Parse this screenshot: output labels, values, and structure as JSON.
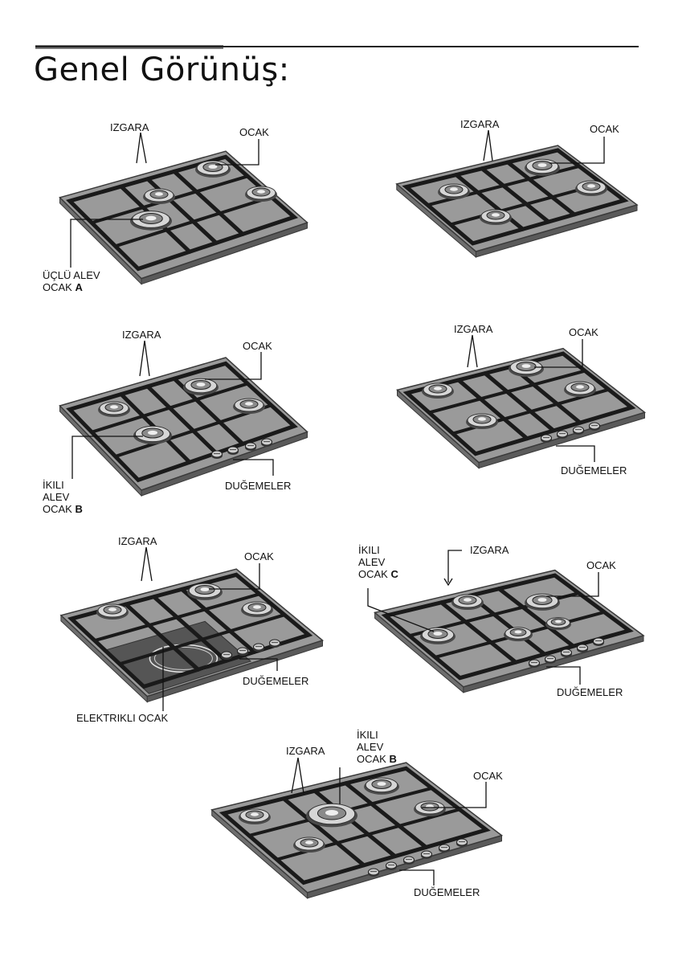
{
  "page": {
    "title": "Genel Görünüş:"
  },
  "labels": {
    "izgara": "IZGARA",
    "ocak": "OCAK",
    "dugmeler": "DUĞEMELER",
    "elektrikli": "ELEKTRIKLI OCAK",
    "uclu_alev": "ÜÇLÜ ALEV",
    "ocak_prefix": "OCAK",
    "ikili": "İKILI",
    "alev": "ALEV",
    "letter_a": "A",
    "letter_b": "B",
    "letter_c": "C"
  },
  "colors": {
    "steel": "#9a9a9a",
    "grate": "#1a1a1a",
    "edge": "#3a3a3a",
    "glass": "#555555"
  }
}
